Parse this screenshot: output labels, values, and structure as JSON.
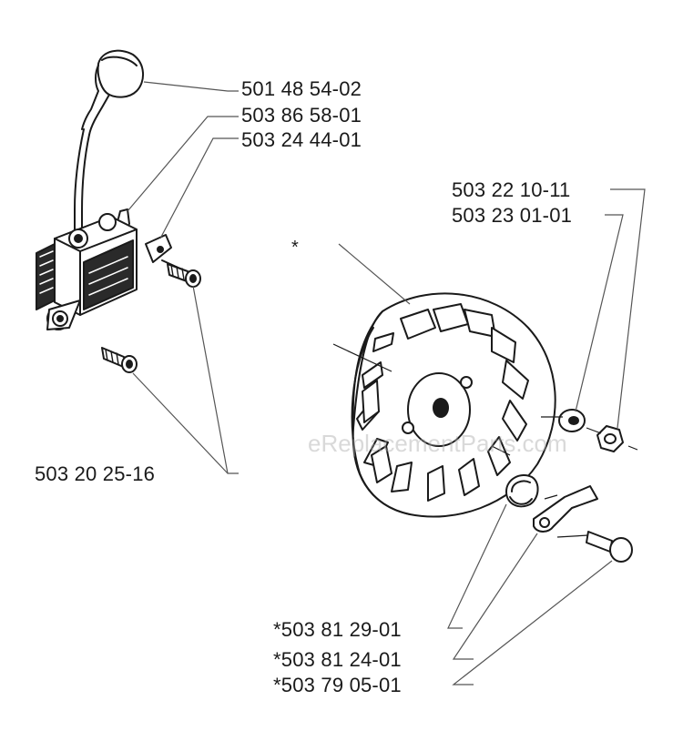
{
  "ignition_module_parts": {
    "spark_plug_cap": "501 48 54-02",
    "ignition_coil": "503 86 58-01",
    "terminal": "503 24 44-01",
    "screws": "503 20 25-16"
  },
  "flywheel_parts": {
    "flywheel_marker": "*",
    "washer": "503 22 10-11",
    "nut": "503 23 01-01",
    "spring": "*503 81 29-01",
    "pawl": "*503 81 24-01",
    "pin": "*503 79 05-01"
  },
  "watermark": "eReplacementParts.com",
  "colors": {
    "ink": "#1a1a1a",
    "leader": "#555555",
    "watermark": "#aaaaaa"
  }
}
